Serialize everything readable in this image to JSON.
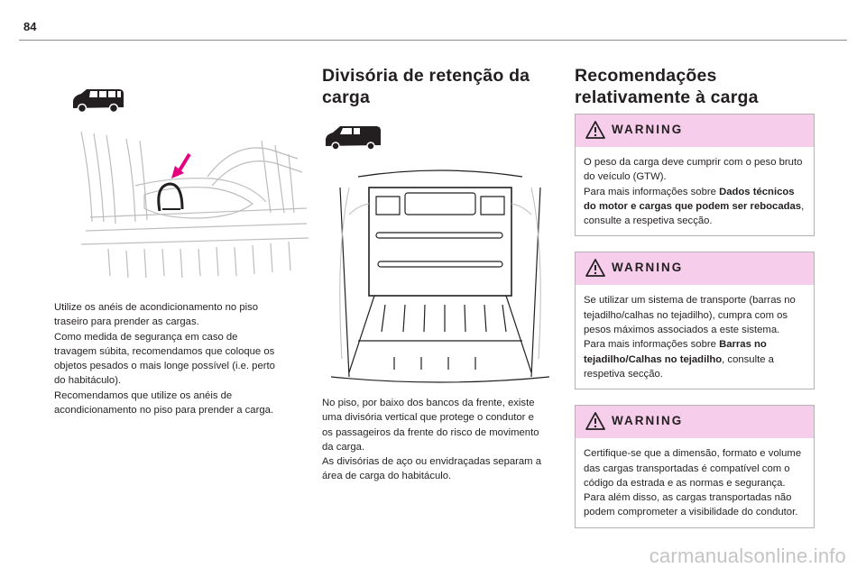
{
  "page": {
    "number": "84"
  },
  "left_column": {
    "text": "Utilize os anéis de acondicionamento no piso\ntraseiro para prender as cargas.\nComo medida de segurança em caso de\ntravagem súbita, recomendamos que coloque os\nobjetos pesados o mais longe possível (i.e. perto\ndo habitáculo).\nRecomendamos que utilize os anéis de\nacondicionamento no piso para prender a carga."
  },
  "middle_column": {
    "title": "Divisória de retenção da carga",
    "text": "No piso, por baixo dos bancos da frente, existe\numa divisória vertical que protege o condutor e\nos passageiros da frente do risco de movimento\nda carga.\nAs divisórias de aço ou envidraçadas separam a\nárea de carga do habitáculo."
  },
  "right_column": {
    "title": "Recomendações relativamente à carga",
    "warnings": [
      {
        "label": "WARNING",
        "parts": [
          {
            "text": "O peso da carga deve cumprir com o peso bruto do veículo (GTW).\nPara mais informações sobre ",
            "bold": false
          },
          {
            "text": "Dados técnicos do motor e cargas que podem ser rebocadas",
            "bold": true
          },
          {
            "text": ", consulte a respetiva secção.",
            "bold": false
          }
        ]
      },
      {
        "label": "WARNING",
        "parts": [
          {
            "text": "Se utilizar um sistema de transporte (barras no tejadilho/calhas no tejadilho), cumpra com os pesos máximos associados a este sistema.\nPara mais informações sobre ",
            "bold": false
          },
          {
            "text": "Barras no tejadilho/Calhas no tejadilho",
            "bold": true
          },
          {
            "text": ", consulte a respetiva secção.",
            "bold": false
          }
        ]
      },
      {
        "label": "WARNING",
        "parts": [
          {
            "text": "Certifique-se que a dimensão, formato e volume das cargas transportadas é compatível com o código da estrada e as normas e segurança. Para além disso, as cargas transportadas não podem comprometer a visibilidade do condutor.",
            "bold": false
          }
        ]
      }
    ]
  },
  "watermark": {
    "text": "carmanualsonline.info"
  },
  "colors": {
    "warning_header": "#f6cdea",
    "accent_arrow": "#e6007e",
    "text": "#231f20",
    "rule": "#8c8c8c",
    "watermark": "#c4c4c4"
  },
  "icons": [
    "minibus-icon",
    "van-icon",
    "warning-triangle-icon",
    "pink-arrow-icon"
  ]
}
